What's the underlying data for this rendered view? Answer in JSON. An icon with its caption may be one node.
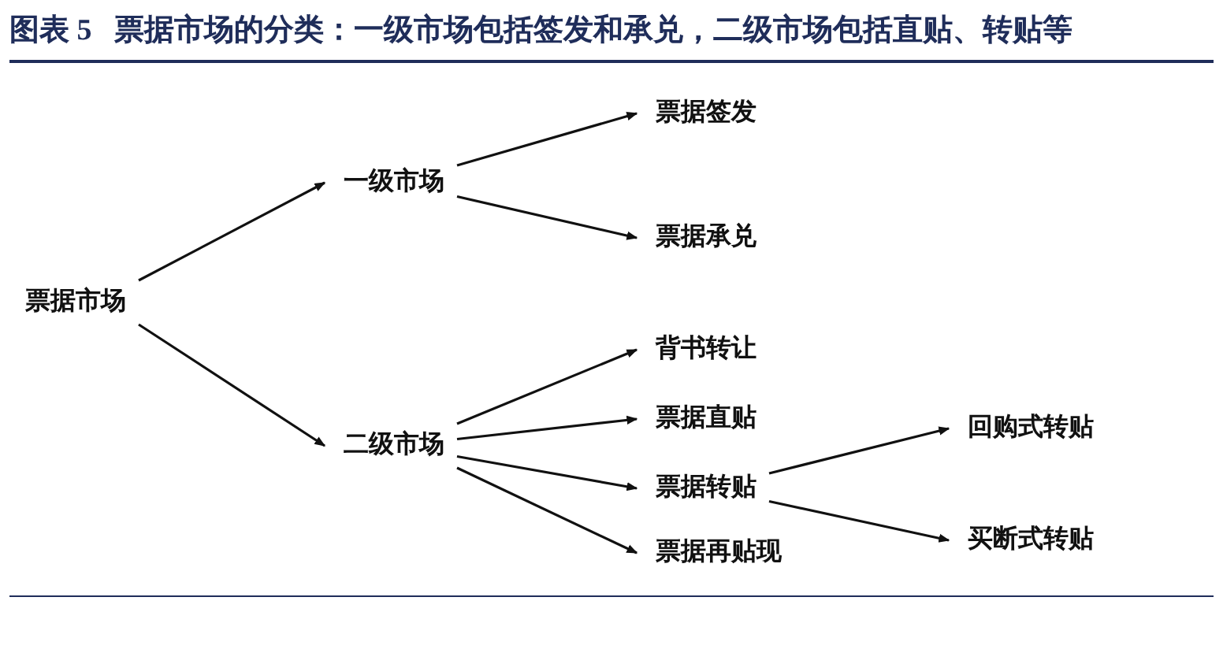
{
  "diagram": {
    "title": "图表 5   票据市场的分类：一级市场包括签发和承兑，二级市场包括直贴、转贴等",
    "nodes": [
      {
        "text": [
          "票据市场"
        ]
      },
      {
        "text": [
          "一级市场"
        ]
      },
      {
        "text": [
          "二级市场"
        ]
      },
      {
        "text": [
          "票据签发"
        ]
      },
      {
        "text": [
          "票据承兑"
        ]
      },
      {
        "text": [
          "背书转让"
        ]
      },
      {
        "text": [
          "票据直贴"
        ]
      },
      {
        "text": [
          "票据转贴"
        ]
      },
      {
        "text": [
          "票据再贴现"
        ]
      },
      {
        "text": [
          "回购式转贴"
        ]
      },
      {
        "text": [
          "买断式转贴"
        ]
      }
    ],
    "edges": [
      {
        "from": 0,
        "to": 1,
        "arrow": "to"
      },
      {
        "from": 0,
        "to": 2,
        "arrow": "to"
      },
      {
        "from": 1,
        "to": 3,
        "arrow": "to"
      },
      {
        "from": 1,
        "to": 4,
        "arrow": "to"
      },
      {
        "from": 2,
        "to": 5,
        "arrow": "to"
      },
      {
        "from": 2,
        "to": 6,
        "arrow": "to"
      },
      {
        "from": 2,
        "to": 7,
        "arrow": "to"
      },
      {
        "from": 2,
        "to": 8,
        "arrow": "to"
      },
      {
        "from": 7,
        "to": 9,
        "arrow": "to"
      },
      {
        "from": 7,
        "to": 10,
        "arrow": "to"
      }
    ]
  }
}
